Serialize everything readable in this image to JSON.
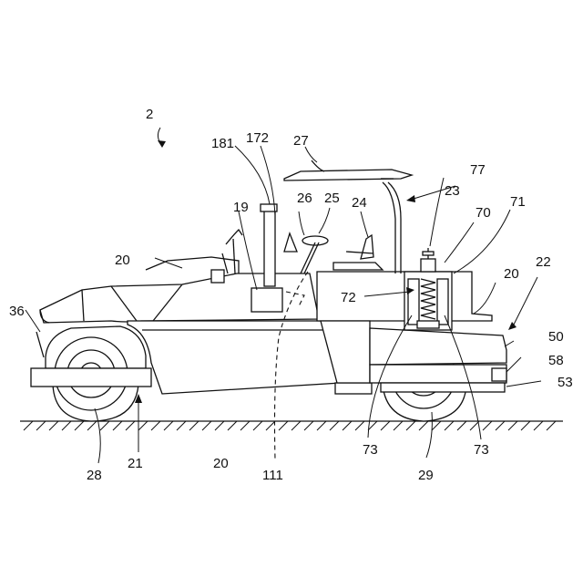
{
  "labels": {
    "ref_2": "2",
    "ref_181": "181",
    "ref_172": "172",
    "ref_27": "27",
    "ref_77": "77",
    "ref_23": "23",
    "ref_26": "26",
    "ref_25": "25",
    "ref_24": "24",
    "ref_70": "70",
    "ref_71": "71",
    "ref_19": "19",
    "ref_20_left": "20",
    "ref_20_right": "20",
    "ref_20_bottom": "20",
    "ref_22": "22",
    "ref_36": "36",
    "ref_72": "72",
    "ref_50": "50",
    "ref_58": "58",
    "ref_53": "53",
    "ref_28": "28",
    "ref_21": "21",
    "ref_111": "111",
    "ref_29": "29",
    "ref_73_left": "73",
    "ref_73_right": "73"
  }
}
